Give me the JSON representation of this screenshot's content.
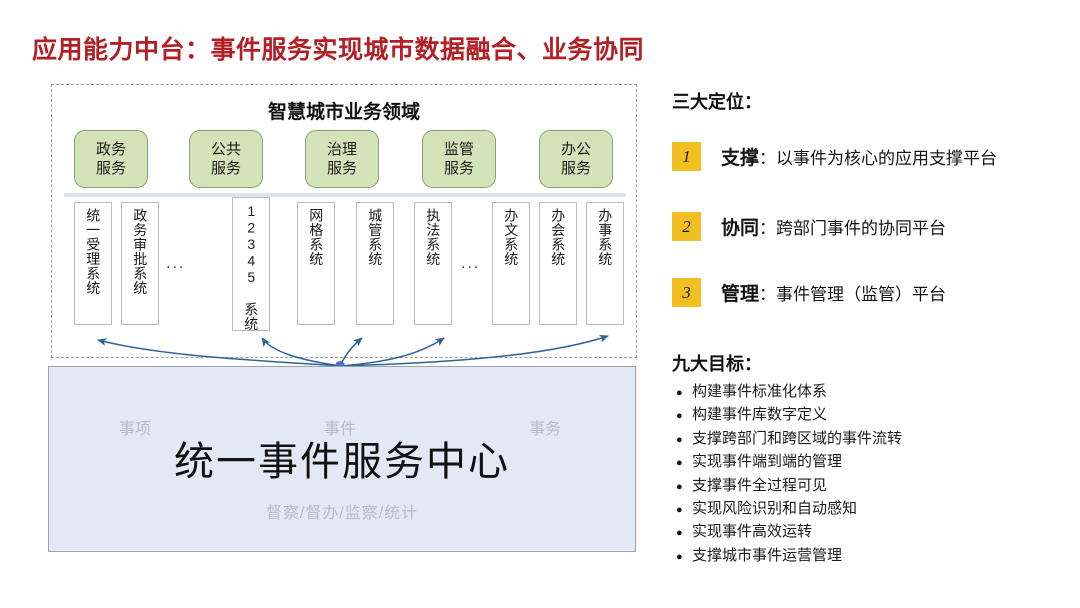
{
  "slide": {
    "title": "应用能力中台：事件服务实现城市数据融合、业务协同",
    "title_color": "#b21f24"
  },
  "domain_panel": {
    "heading": "智慧城市业务领域",
    "domains": [
      {
        "line1": "政务",
        "line2": "服务"
      },
      {
        "line1": "公共",
        "line2": "服务"
      },
      {
        "line1": "治理",
        "line2": "服务"
      },
      {
        "line1": "监管",
        "line2": "服务"
      },
      {
        "line1": "办公",
        "line2": "服务"
      }
    ],
    "systems": [
      {
        "label": "统一受理系统"
      },
      {
        "label": "政务审批系统"
      },
      {
        "label": "12345 系统"
      },
      {
        "label": "网格系统"
      },
      {
        "label": "城管系统"
      },
      {
        "label": "执法系统"
      },
      {
        "label": "办文系统"
      },
      {
        "label": "办会系统"
      },
      {
        "label": "办事系统"
      }
    ],
    "ellipsis_1": "...",
    "ellipsis_2": "...",
    "box_fill": "#d3e3b9",
    "box_border": "#8aa06c"
  },
  "center_box": {
    "label_left": "事项",
    "label_middle": "事件",
    "label_right": "事务",
    "main_title": "统一事件服务中心",
    "subtitle": "督察/督办/监察/统计",
    "fill": "#e3e9f4"
  },
  "positions": {
    "heading": "三大定位：",
    "badge_color": "#f2bf22",
    "items": [
      {
        "number": "1",
        "bold": "支撑",
        "separator": "：",
        "detail": "以事件为核心的应用支撑平台"
      },
      {
        "number": "2",
        "bold": "协同",
        "separator": "：",
        "detail": "跨部门事件的协同平台"
      },
      {
        "number": "3",
        "bold": "管理",
        "separator": "：",
        "detail": "事件管理（监管）平台"
      }
    ]
  },
  "goals": {
    "heading": "九大目标：",
    "bullet_glyph": "●",
    "items": [
      "构建事件标准化体系",
      "构建事件库数字定义",
      "支撑跨部门和跨区域的事件流转",
      "实现事件端到端的管理",
      "支撑事件全过程可见",
      "实现风险识别和自动感知",
      "实现事件高效运转",
      "支撑城市事件运营管理"
    ]
  }
}
